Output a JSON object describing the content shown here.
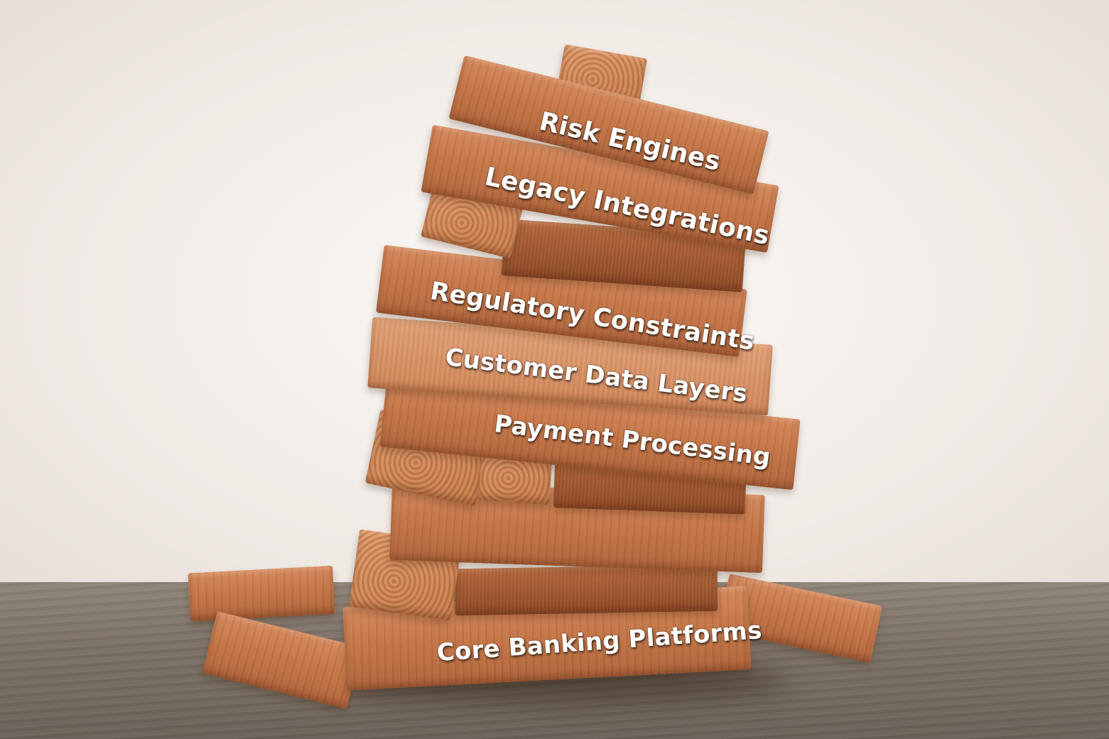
{
  "tower_labels": {
    "risk_engines": "Risk Engines",
    "legacy_integrations": "Legacy Integrations",
    "regulatory_constraints": "Regulatory Constraints",
    "customer_data_layers": "Customer Data Layers",
    "payment_processing": "Payment Processing",
    "core_banking_platforms": "Core Banking Platforms"
  },
  "colors": {
    "wood": "#c47545",
    "wood_dark": "#8f4b27",
    "background": "#f1ebe6",
    "table": "#7c7166",
    "label_text": "#ffffff"
  }
}
